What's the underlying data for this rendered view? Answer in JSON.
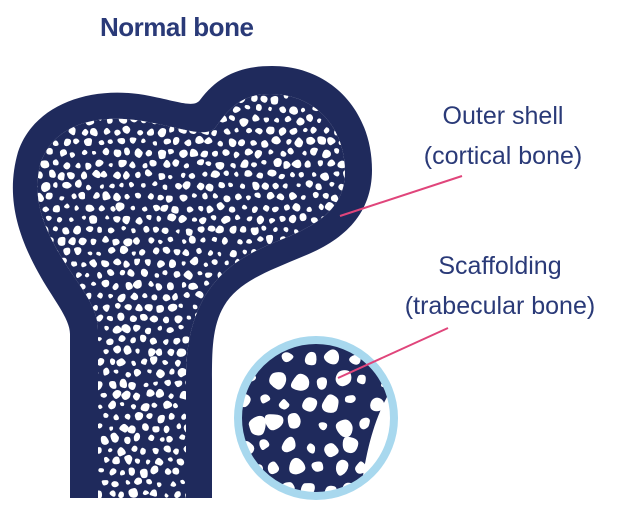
{
  "title": "Normal bone",
  "labels": {
    "cortical": {
      "line1": "Outer shell",
      "line2": "(cortical bone)"
    },
    "trabecular": {
      "line1": "Scaffolding",
      "line2": "(trabecular bone)"
    }
  },
  "colors": {
    "bone": "#1f2a5c",
    "title": "#2a3a78",
    "label": "#2a3a78",
    "leader_line": "#e0457b",
    "zoom_ring": "#a8d8ee",
    "background": "#ffffff"
  }
}
